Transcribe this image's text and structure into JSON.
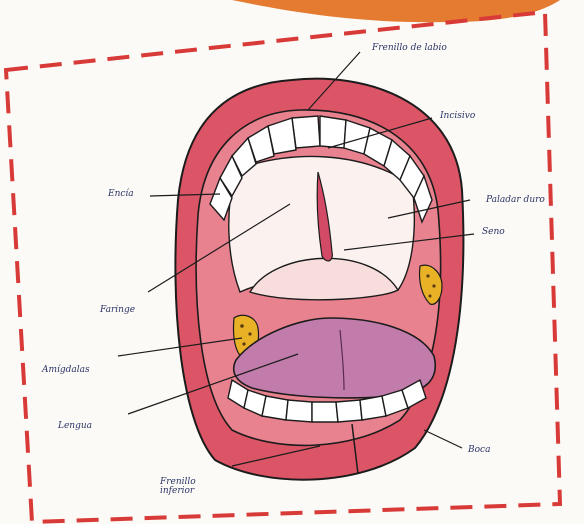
{
  "colors": {
    "border": "#d83a38",
    "orange": "#e2701f",
    "lips": "#d33a4c",
    "gums": "#e06a78",
    "tongue": "#c27cab",
    "tonsil": "#e8b126",
    "ink": "#2b3466",
    "outline": "#1c1c1c"
  },
  "labels": {
    "frenillo_labio": "Frenillo de labio",
    "incisivo": "Incisivo",
    "encia": "Encía",
    "paladar_duro": "Paladar duro",
    "seno": "Seno",
    "faringe": "Faringe",
    "amigdalas": "Amígdalas",
    "lengua": "Lengua",
    "frenillo_inferior_1": "Frenillo",
    "frenillo_inferior_2": "inferior",
    "boca": "Boca"
  }
}
